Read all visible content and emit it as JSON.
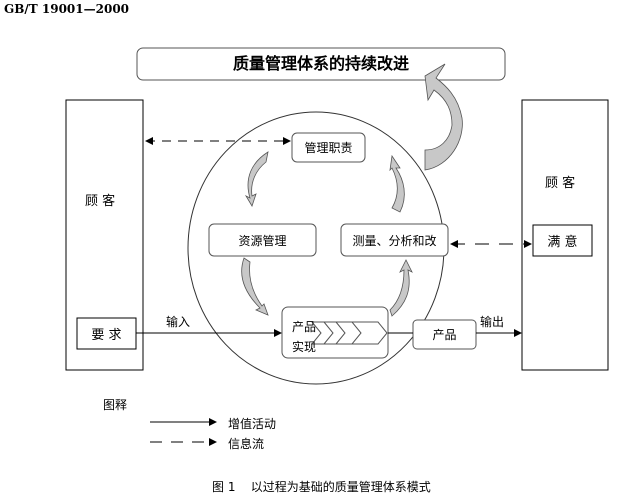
{
  "header": {
    "standard": "GB/T 19001—2000"
  },
  "title": "质量管理体系的持续改进",
  "left_customer": {
    "label": "顾  客",
    "requirement": "要 求"
  },
  "right_customer": {
    "label": "顾  客",
    "satisfaction": "满 意"
  },
  "process": {
    "management": "管理职责",
    "resources": "资源管理",
    "measurement": "测量、分析和改",
    "realization_line1": "产品",
    "realization_line2": "实现",
    "product": "产品"
  },
  "flows": {
    "input": "输入",
    "output": "输出"
  },
  "legend": {
    "title": "图释",
    "solid": "增值活动",
    "dashed": "信息流"
  },
  "caption": "图 1    以过程为基础的质量管理体系模式",
  "colors": {
    "arrow_fill": "#c8c8c8",
    "line": "#000000"
  }
}
